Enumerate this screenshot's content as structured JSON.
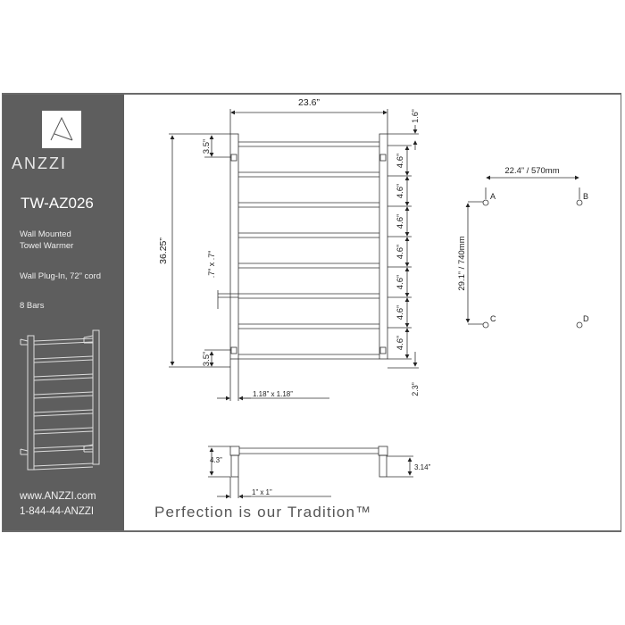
{
  "sidebar": {
    "brand": "ANZZI",
    "model": "TW-AZ026",
    "description_line1": "Wall Mounted",
    "description_line2": "Towel Warmer",
    "power": "Wall Plug-In, 72” cord",
    "bars": "8 Bars",
    "website": "www.ANZZI.com",
    "phone": "1-844-44-ANZZI",
    "background_color": "#5e5e5e"
  },
  "front_view": {
    "overall_width": "23.6”",
    "overall_height": "36.25”",
    "top_offset": "1.6”",
    "top_mount_offset": "3.5”",
    "bottom_mount_offset": "3.5”",
    "bar_size": ".7” x .7”",
    "bar_spacings": [
      "4.6”",
      "4.6”",
      "4.6”",
      "4.6”",
      "4.6”",
      "4.6”",
      "4.6”"
    ],
    "bottom_offset": "2.3”",
    "post_size": "1.18” x 1.18”"
  },
  "top_view": {
    "depth_left": "4.3”",
    "depth_right": "3.14”",
    "bracket_size": "1” x 1”"
  },
  "mounting": {
    "horizontal": "22.4” / 570mm",
    "vertical": "29.1” / 740mm",
    "points": [
      "A",
      "B",
      "C",
      "D"
    ]
  },
  "tagline": "Perfection is our Tradition™"
}
